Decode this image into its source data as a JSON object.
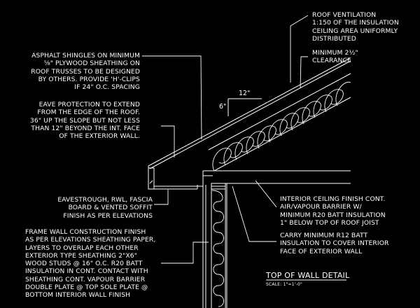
{
  "notes": {
    "roof_ventilation": [
      "ROOF VENTILATION",
      "1:150 OF THE INSULATION",
      "CEILING AREA UNIFORMLY",
      "DISTRIBUTED"
    ],
    "clearance": [
      "MINIMUM 2½\"",
      "CLEARANCE"
    ],
    "shingles": [
      "ASPHALT SHINGLES ON MINIMUM",
      "⅝\" PLYWOOD SHEATHING ON",
      "ROOF TRUSSES TO BE DESIGNED",
      "BY OTHERS. PROVIDE 'H'-CLIPS",
      "IF 24\" O.C. SPACING"
    ],
    "eave_protection": [
      "EAVE PROTECTION TO EXTEND",
      "FROM THE EDGE OF THE ROOF.",
      "36\" UP THE SLOPE BUT NOT LESS",
      "THAN 12\" BEYOND THE INT. FACE",
      "OF THE EXTERIOR WALL."
    ],
    "eavestrough": [
      "EAVESTROUGH, RWL, FASCIA",
      "BOARD & VENTED SOFFIT",
      "FINISH AS PER ELEVATIONS"
    ],
    "frame_wall": [
      "FRAME WALL CONSTRUCTION FINISH",
      "AS PER ELEVATIONS SHEATHING PAPER,",
      "LAYERS TO OVERLAP EACH OTHER",
      "EXTERIOR TYPE SHEATHING 2\"x6\"",
      "WOOD STUDS @ 16\" O.C. R20 BATT",
      "INSULATION IN CONT. CONTACT WITH",
      "SHEATHING CONT. VAPOUR BARRIER",
      "DOUBLE PLATE @ TOP SOLE PLATE @",
      "BOTTOM INTERIOR WALL FINISH"
    ],
    "interior_ceiling": [
      "INTERIOR CEILING FINISH CONT.",
      "AIR/VAPOUR BARRIER W/",
      "MINIMUM R20 BATT INSULATION",
      "1\" BELOW TOP OF ROOF JOIST"
    ],
    "carry_r12": [
      "CARRY MINIMUM R12 BATT",
      "INSULATION TO COVER INTERIOR",
      "FACE OF EXTERIOR WALL"
    ]
  },
  "dimensions": {
    "run": "12\"",
    "rise": "6\""
  },
  "title": "TOP OF WALL DETAIL",
  "scale": "SCALE: 1\"=1'-0\""
}
